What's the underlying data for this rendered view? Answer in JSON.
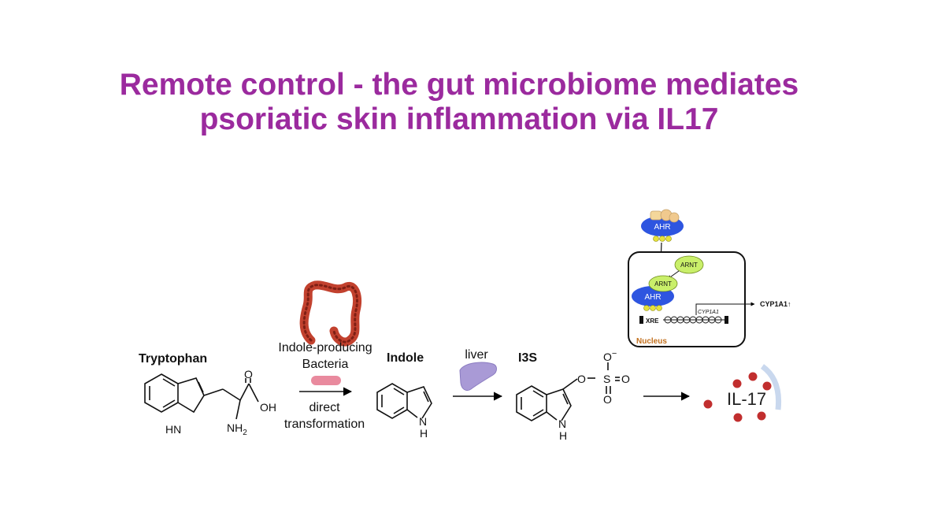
{
  "title": {
    "line1": "Remote control - the gut microbiome mediates",
    "line2": "psoriatic skin inflammation via IL17"
  },
  "pathway": {
    "tryptophan": {
      "label": "Tryptophan",
      "oh": "OH",
      "hn": "HN",
      "nh2": "NH",
      "nh2_sub": "2",
      "o": "O"
    },
    "bacteria": {
      "line1": "Indole-producing",
      "line2": "Bacteria",
      "step1": "direct",
      "step2": "transformation"
    },
    "indole": {
      "label": "Indole",
      "n": "N",
      "h": "H"
    },
    "liver": {
      "label": "liver"
    },
    "i3s": {
      "label": "I3S",
      "n": "N",
      "h": "H",
      "o_minus": "O",
      "minus": "−",
      "o_left": "O",
      "s": "S",
      "o_right": "O",
      "o_bottom": "O"
    },
    "il17": {
      "label": "IL-17"
    }
  },
  "inset": {
    "ahr_top": "AHR",
    "arnt_free": "ARNT",
    "arnt_bound": "ARNT",
    "ahr_bound": "AHR",
    "xre": "XRE",
    "gene": "CYP1A1",
    "output": "CYP1A1↑",
    "nucleus": "Nucleus"
  },
  "colors": {
    "title": "#9b2a9e",
    "ahr": "#2e55e0",
    "arnt": "#c9ef6a",
    "ligand": "#f0c98e",
    "colon": "#c2412e",
    "liver": "#a99ad6",
    "il17_dot": "#c12e2e",
    "nucleus_label": "#c2701e"
  }
}
